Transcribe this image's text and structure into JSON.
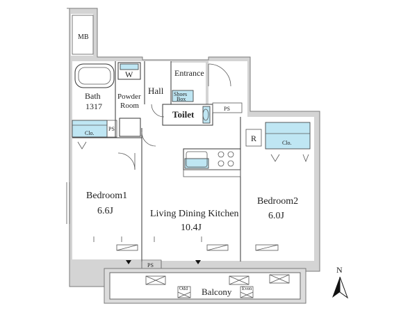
{
  "rooms": {
    "mb": "MB",
    "bath": "Bath",
    "bath_size": "1317",
    "powder1": "Powder",
    "powder2": "Room",
    "washer": "W",
    "hall": "Hall",
    "entrance": "Entrance",
    "shoes1": "Shoes",
    "shoes2": "Box",
    "toilet": "Toilet",
    "ps_top": "PS",
    "ps_left": "PS",
    "ps_bottom": "PS",
    "clo_left": "Clo.",
    "clo_right": "Clo.",
    "refrigerator": "R",
    "bedroom1": "Bedroom1",
    "bedroom1_size": "6.6J",
    "ldk": "Living Dining Kitchen",
    "ldk_size": "10.4J",
    "bedroom2": "Bedroom2",
    "bedroom2_size": "6.0J",
    "balcony": "Balcony",
    "odd": "Odd",
    "even": "Even",
    "north": "N"
  },
  "colors": {
    "wall": "#d4d4d4",
    "storage_blue": "#bfe6f3",
    "line": "#333333"
  }
}
